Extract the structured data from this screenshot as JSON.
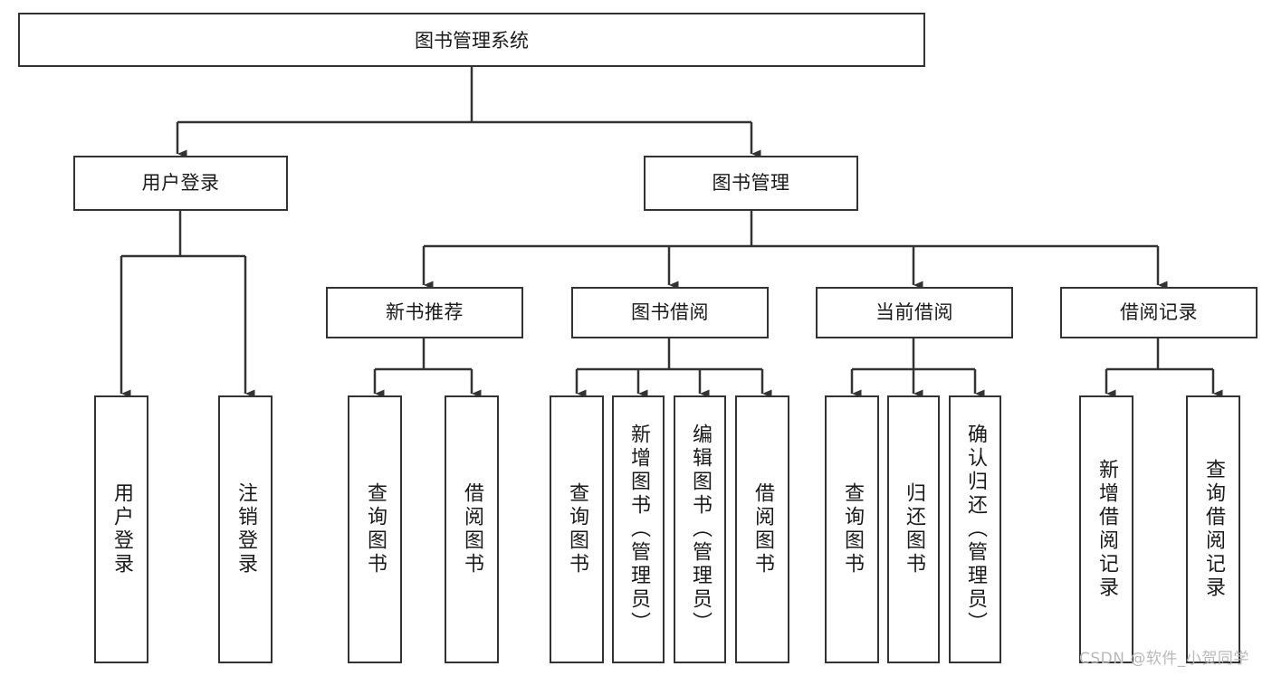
{
  "diagram": {
    "title": "图书管理系统",
    "type": "hierarchy-tree",
    "root": {
      "label": "图书管理系统"
    },
    "level2": [
      {
        "id": "user-login",
        "label": "用户登录"
      },
      {
        "id": "book-management",
        "label": "图书管理"
      }
    ],
    "level3": [
      {
        "id": "new-book-recommend",
        "label": "新书推荐",
        "parent": "book-management"
      },
      {
        "id": "book-borrow",
        "label": "图书借阅",
        "parent": "book-management"
      },
      {
        "id": "current-borrow",
        "label": "当前借阅",
        "parent": "book-management"
      },
      {
        "id": "borrow-record",
        "label": "借阅记录",
        "parent": "book-management"
      }
    ],
    "leaves": [
      {
        "id": "leaf-user-login",
        "label": "用户登录",
        "parent": "user-login"
      },
      {
        "id": "leaf-logout",
        "label": "注销登录",
        "parent": "user-login"
      },
      {
        "id": "leaf-query-book-1",
        "label": "查询图书",
        "parent": "new-book-recommend"
      },
      {
        "id": "leaf-borrow-book-1",
        "label": "借阅图书",
        "parent": "new-book-recommend"
      },
      {
        "id": "leaf-query-book-2",
        "label": "查询图书",
        "parent": "book-borrow"
      },
      {
        "id": "leaf-add-book",
        "label": "新增图书（管理员）",
        "parent": "book-borrow"
      },
      {
        "id": "leaf-edit-book",
        "label": "编辑图书（管理员）",
        "parent": "book-borrow"
      },
      {
        "id": "leaf-borrow-book-2",
        "label": "借阅图书",
        "parent": "book-borrow"
      },
      {
        "id": "leaf-query-book-3",
        "label": "查询图书",
        "parent": "current-borrow"
      },
      {
        "id": "leaf-return-book",
        "label": "归还图书",
        "parent": "current-borrow"
      },
      {
        "id": "leaf-confirm-return",
        "label": "确认归还（管理员）",
        "parent": "current-borrow"
      },
      {
        "id": "leaf-add-record",
        "label": "新增借阅记录",
        "parent": "borrow-record"
      },
      {
        "id": "leaf-query-record",
        "label": "查询借阅记录",
        "parent": "borrow-record"
      }
    ],
    "watermark": "CSDN @软件_小贺同学",
    "colors": {
      "stroke": "#333333",
      "background": "#ffffff",
      "text": "#1a1a1a",
      "watermark": "#b9b9b9"
    }
  }
}
